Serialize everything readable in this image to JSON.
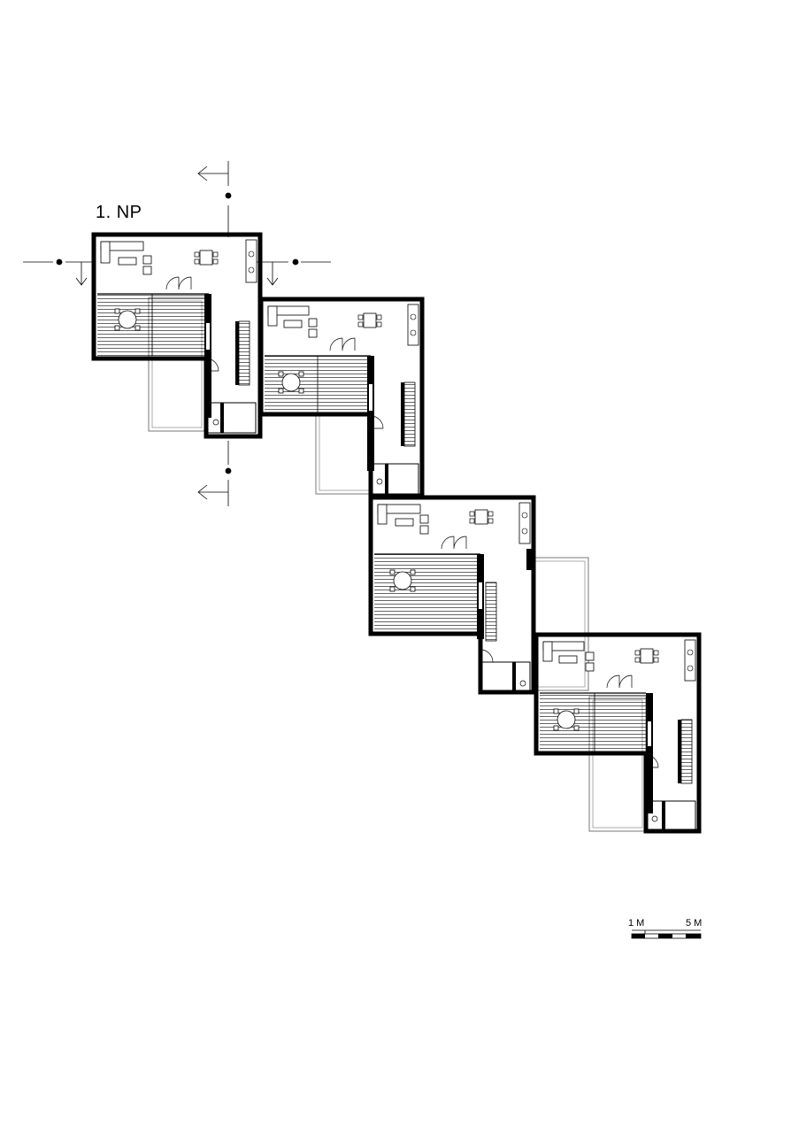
{
  "floor": {
    "label": "1. NP"
  },
  "scale_bar": {
    "left_label": "1 M",
    "right_label": "5 M"
  },
  "colors": {
    "wall": "#000000",
    "line": "#000000",
    "paper": "#ffffff",
    "terrace_outline": "#777777"
  },
  "units": [
    {
      "name": "unit-1"
    },
    {
      "name": "unit-2"
    },
    {
      "name": "unit-3"
    },
    {
      "name": "unit-4"
    }
  ],
  "section_markers": [
    "section-arrow-top",
    "section-arrow-bottom",
    "section-arrow-left",
    "section-arrow-right"
  ]
}
